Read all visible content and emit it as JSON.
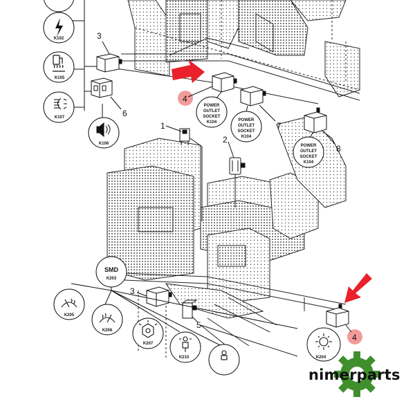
{
  "circle_labels": {
    "k102": "K102",
    "k105": "K105",
    "k107": "K107",
    "k106": "K106",
    "power1": [
      "POWER",
      "OUTLET",
      "SOCKET",
      "K104"
    ],
    "power2": [
      "POWER",
      "OUTLET",
      "SOCKET",
      "K104"
    ],
    "power3": [
      "POWER",
      "OUTLET",
      "SOCKET",
      "K104"
    ],
    "smd_title": "SMD",
    "smd_code": "K203",
    "k205": "K205",
    "k206": "K206",
    "k207": "K207",
    "k210": "K210",
    "k204": "K204"
  },
  "callouts": {
    "c3_top": "3",
    "c6": "6",
    "c4_top": "4",
    "c7": "7",
    "c8": "8",
    "c1": "1",
    "c2": "2",
    "c3_bottom": "3",
    "c5": "5",
    "c4_bottom": "4"
  },
  "brand": {
    "name": "nimerparts",
    "accent_color": "#3f8f2d",
    "arrow_color": "#e8212a",
    "marker_color": "#f08a8a"
  }
}
